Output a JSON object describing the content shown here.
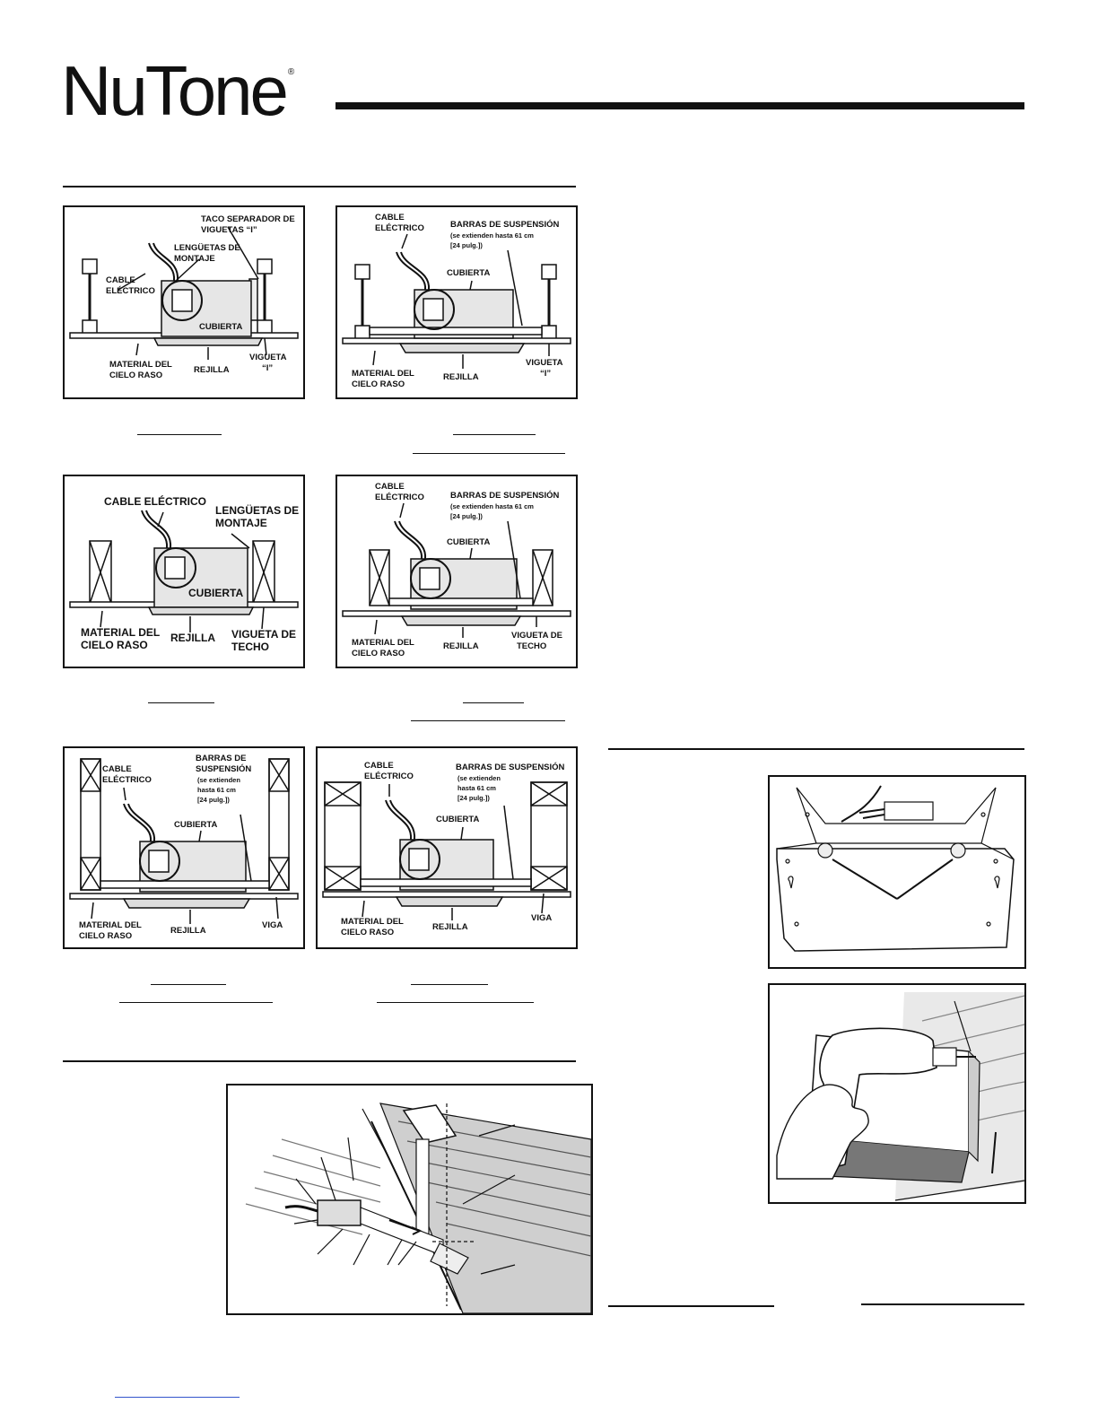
{
  "brand": {
    "name": "NuTone",
    "reg_mark": "®"
  },
  "fig_tl": {
    "l1": "TACO SEPARADOR DE",
    "l2": "VIGUETAS “I”",
    "tabs1": "LENGÜETAS DE",
    "tabs2": "MONTAJE",
    "cable1": "CABLE",
    "cable2": "ELÉCTRICO",
    "housing": "CUBIERTA",
    "ceil1": "MATERIAL DEL",
    "ceil2": "CIELO RASO",
    "grille": "REJILLA",
    "joist1": "VIGUETA",
    "joist2": "“I”"
  },
  "fig_tr": {
    "cable1": "CABLE",
    "cable2": "ELÉCTRICO",
    "bars": "BARRAS DE SUSPENSIÓN",
    "ext1": "(se extienden hasta 61 cm",
    "ext2": "[24 pulg.])",
    "housing": "CUBIERTA",
    "ceil1": "MATERIAL DEL",
    "ceil2": "CIELO RASO",
    "grille": "REJILLA",
    "joist1": "VIGUETA",
    "joist2": "“I”"
  },
  "fig_ml": {
    "cable": "CABLE ELÉCTRICO",
    "tabs1": "LENGÜETAS DE",
    "tabs2": "MONTAJE",
    "housing": "CUBIERTA",
    "ceil1": "MATERIAL DEL",
    "ceil2": "CIELO RASO",
    "grille": "REJILLA",
    "joist1": "VIGUETA DE",
    "joist2": "TECHO"
  },
  "fig_mr": {
    "cable1": "CABLE",
    "cable2": "ELÉCTRICO",
    "bars": "BARRAS DE SUSPENSIÓN",
    "ext1": "(se extienden hasta 61 cm",
    "ext2": "[24 pulg.])",
    "housing": "CUBIERTA",
    "ceil1": "MATERIAL DEL",
    "ceil2": "CIELO RASO",
    "grille": "REJILLA",
    "joist1": "VIGUETA DE",
    "joist2": "TECHO"
  },
  "fig_bl": {
    "cable1": "CABLE",
    "cable2": "ELÉCTRICO",
    "bars1": "BARRAS DE",
    "bars2": "SUSPENSIÓN",
    "ext1": "(se extienden",
    "ext2": "hasta 61 cm",
    "ext3": "[24 pulg.])",
    "housing": "CUBIERTA",
    "ceil1": "MATERIAL DEL",
    "ceil2": "CIELO RASO",
    "grille": "REJILLA",
    "truss": "VIGA"
  },
  "fig_br": {
    "cable1": "CABLE",
    "cable2": "ELÉCTRICO",
    "bars": "BARRAS DE SUSPENSIÓN",
    "ext1": "(se extienden",
    "ext2": "hasta 61 cm",
    "ext3": "[24 pulg.])",
    "housing": "CUBIERTA",
    "ceil1": "MATERIAL DEL",
    "ceil2": "CIELO RASO",
    "grille": "REJILLA",
    "truss": "VIGA"
  }
}
